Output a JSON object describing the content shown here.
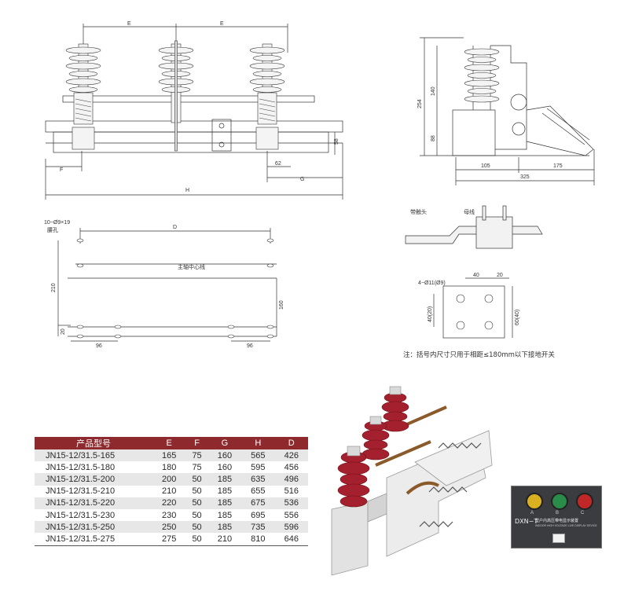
{
  "front_view": {
    "dim_E_left": "E",
    "dim_E_right": "E",
    "dim_F": "F",
    "dim_62": "62",
    "dim_G": "G",
    "dim_H": "H",
    "dim_58": "58"
  },
  "side_view": {
    "dim_140": "140",
    "dim_254": "254",
    "dim_88": "88",
    "dim_105": "105",
    "dim_175": "175",
    "dim_325": "325"
  },
  "base_plan": {
    "hole_label": "10−Ø9×19",
    "hole_label2": "腰孔",
    "dim_D": "D",
    "axis_label": "主轴中心线",
    "dim_210": "210",
    "dim_160": "160",
    "dim_20": "20",
    "dim_96_left": "96",
    "dim_96_right": "96"
  },
  "connector_detail": {
    "label_cable": "带触头",
    "label_busbar": "母线"
  },
  "hole_detail": {
    "hole_label": "4−Ø11(Ø9)",
    "dim_40": "40",
    "dim_20": "20",
    "dim_40_left": "40(20)",
    "dim_60_right": "60(40)"
  },
  "note": "注：括号内尺寸只用于相距≤180mm以下接地开关",
  "table": {
    "headers": [
      "产品型号",
      "E",
      "F",
      "G",
      "H",
      "D"
    ],
    "rows": [
      [
        "JN15-12/31.5-165",
        "165",
        "75",
        "160",
        "565",
        "426"
      ],
      [
        "JN15-12/31.5-180",
        "180",
        "75",
        "160",
        "595",
        "456"
      ],
      [
        "JN15-12/31.5-200",
        "200",
        "50",
        "185",
        "635",
        "496"
      ],
      [
        "JN15-12/31.5-210",
        "210",
        "50",
        "185",
        "655",
        "516"
      ],
      [
        "JN15-12/31.5-220",
        "220",
        "50",
        "185",
        "675",
        "536"
      ],
      [
        "JN15-12/31.5-230",
        "230",
        "50",
        "185",
        "695",
        "556"
      ],
      [
        "JN15-12/31.5-250",
        "250",
        "50",
        "185",
        "735",
        "596"
      ],
      [
        "JN15-12/31.5-275",
        "275",
        "50",
        "210",
        "810",
        "646"
      ]
    ]
  },
  "indicator_panel": {
    "title": "DXN−T",
    "subtitle": "型户内高压带电显示装置",
    "small_text": "INDOOR HIGH VOLTAGE LIVE DISPLAY DEVICE",
    "lamp_labels": [
      "A",
      "B",
      "C"
    ],
    "colors": {
      "panel": "#3a3c40",
      "lamp_a": "#d8b020",
      "lamp_b": "#2a8c4a",
      "lamp_c": "#c02828"
    }
  },
  "colors": {
    "table_header": "#8e2a2e",
    "insulator": "#a5202e",
    "frame": "#dedede"
  }
}
